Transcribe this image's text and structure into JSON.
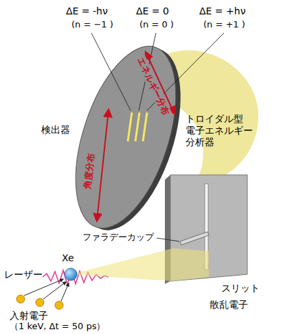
{
  "diagram": {
    "labels": [
      "ΔE = -hν",
      "(n = −1 )",
      "ΔE = 0",
      "(n = 0 )",
      "ΔE = +hν",
      "(n = +1 )",
      "検出器",
      "エネルギー分布",
      "角度分布",
      "トロイダル型 電子エネルギー 分析器",
      "ファラデーカップ",
      "Xe",
      "レーザー",
      "スリット",
      "散乱電子",
      "入射電子",
      "（1 keV, Δt = 50 ps）"
    ]
  }
}
